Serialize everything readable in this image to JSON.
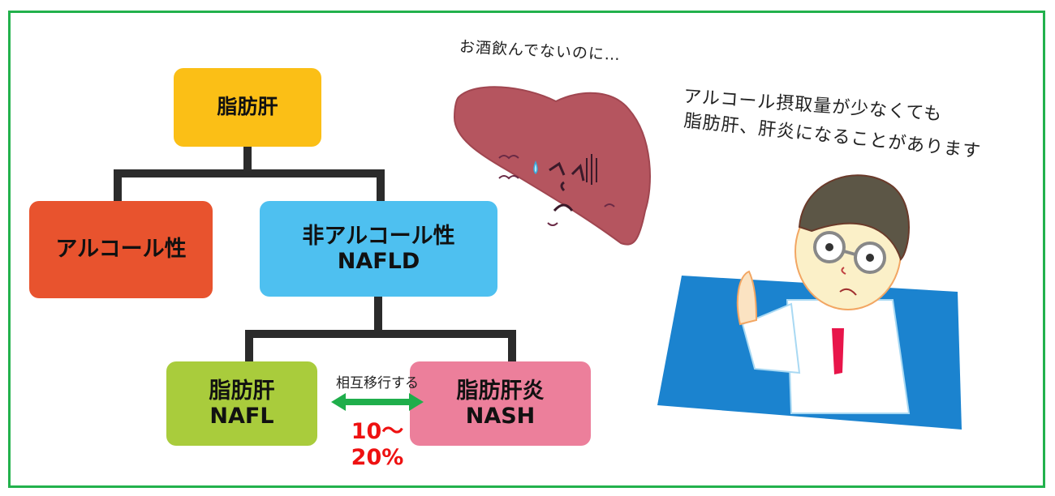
{
  "diagram": {
    "root": {
      "label": "脂肪肝",
      "color": "#fbbf16"
    },
    "level2": [
      {
        "label": "アルコール性",
        "color": "#e8532e"
      },
      {
        "label_line1": "非アルコール性",
        "label_line2": "NAFLD",
        "color": "#4ec0f0"
      }
    ],
    "level3": [
      {
        "label_line1": "脂肪肝",
        "label_line2": "NAFL",
        "color": "#a9cc3c"
      },
      {
        "label_line1": "脂肪肝炎",
        "label_line2": "NASH",
        "color": "#ec7f9b"
      }
    ],
    "transition": {
      "label": "相互移行する",
      "percentage": "10〜20%",
      "arrow_color": "#1fae4b",
      "percentage_color": "#ee1111"
    }
  },
  "illustrations": {
    "liver": {
      "caption": "お酒飲んでないのに…",
      "icon": "sad-liver-icon",
      "color": "#b5555f"
    },
    "doctor": {
      "speech_line1": "アルコール摂取量が少なくても",
      "speech_line2": "脂肪肝、肝炎になることがあります",
      "icon": "doctor-icon",
      "background_color": "#1b83cf"
    }
  },
  "frame": {
    "border_color": "#22b14c"
  }
}
